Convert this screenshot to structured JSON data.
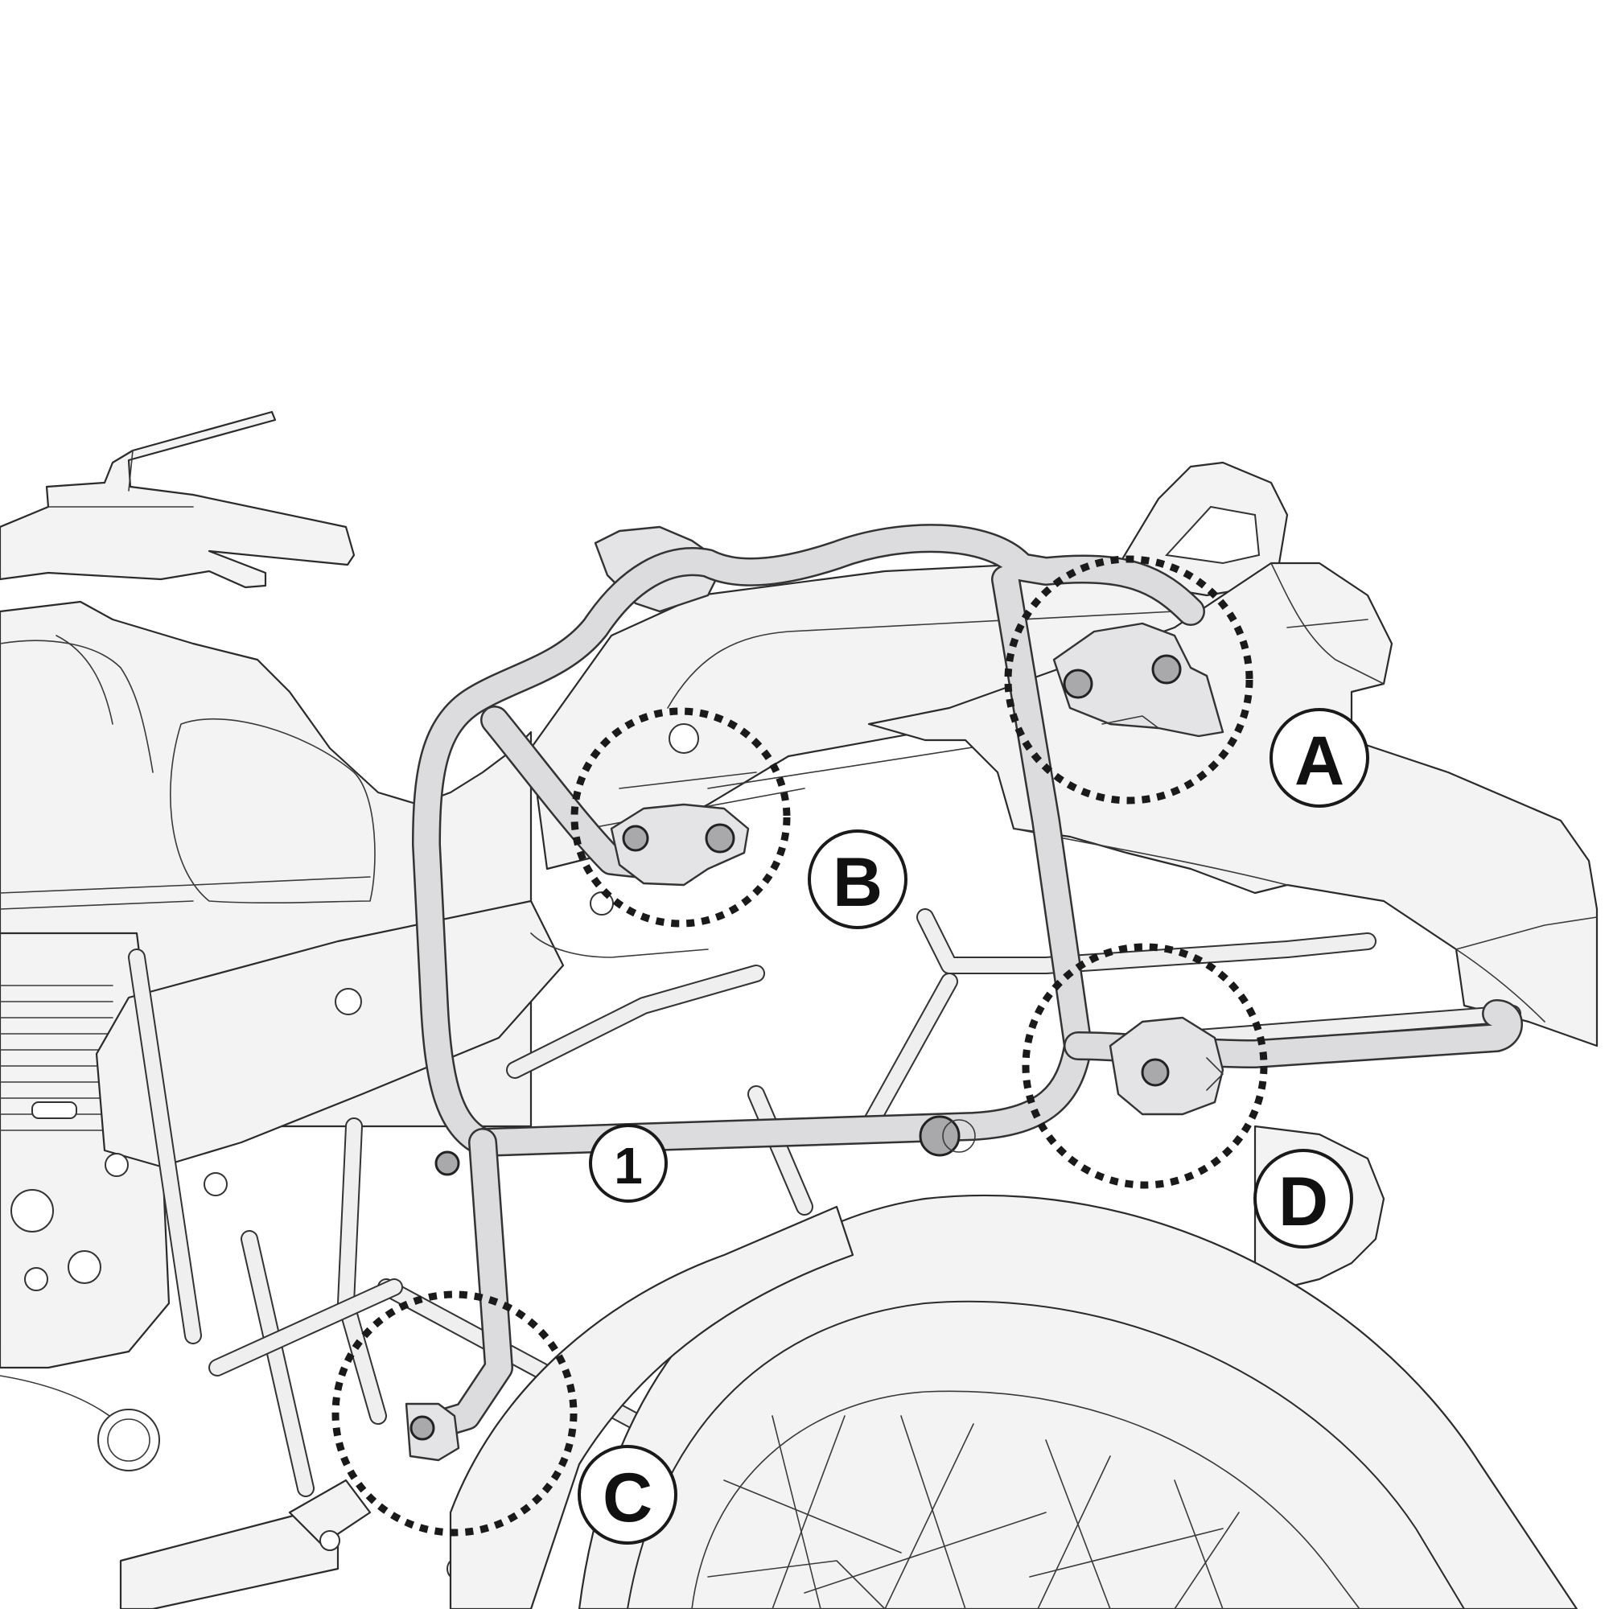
{
  "callouts": {
    "a": "A",
    "b": "B",
    "c": "C",
    "d": "D",
    "part_1": "1"
  },
  "colors": {
    "line": "#2b2b2b",
    "body_fill": "#f3f3f3",
    "rack_fill": "#dcdcde",
    "bolt_fill": "#a9a9ac",
    "detail_ring": "#1a1a1a"
  }
}
